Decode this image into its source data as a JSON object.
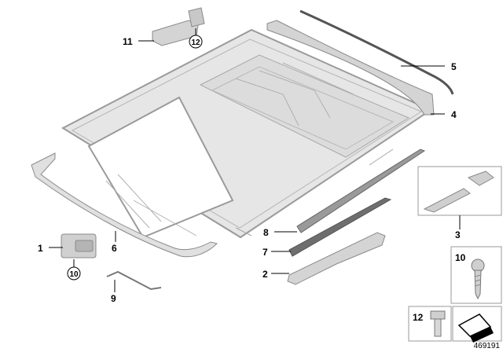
{
  "diagram": {
    "callouts": {
      "c1": "1",
      "c2": "2",
      "c3": "3",
      "c4": "4",
      "c5": "5",
      "c6": "6",
      "c7": "7",
      "c8": "8",
      "c9": "9",
      "c10": "10",
      "c11": "11",
      "c12": "12"
    },
    "circled_refs": {
      "ref10": "10",
      "ref12": "12"
    },
    "box_labels": {
      "box10": "10",
      "box12": "12"
    },
    "document_number": "469191"
  },
  "colors": {
    "frame_fill": "#e6e6e6",
    "frame_stroke": "#9a9a9a",
    "part_fill": "#d4d4d4",
    "dark_part_fill": "#6e6e6e",
    "line": "#000000"
  },
  "icons": [
    "sunroof-frame-drawing",
    "screw-icon",
    "bolt-icon",
    "shim-arrow-icon"
  ]
}
